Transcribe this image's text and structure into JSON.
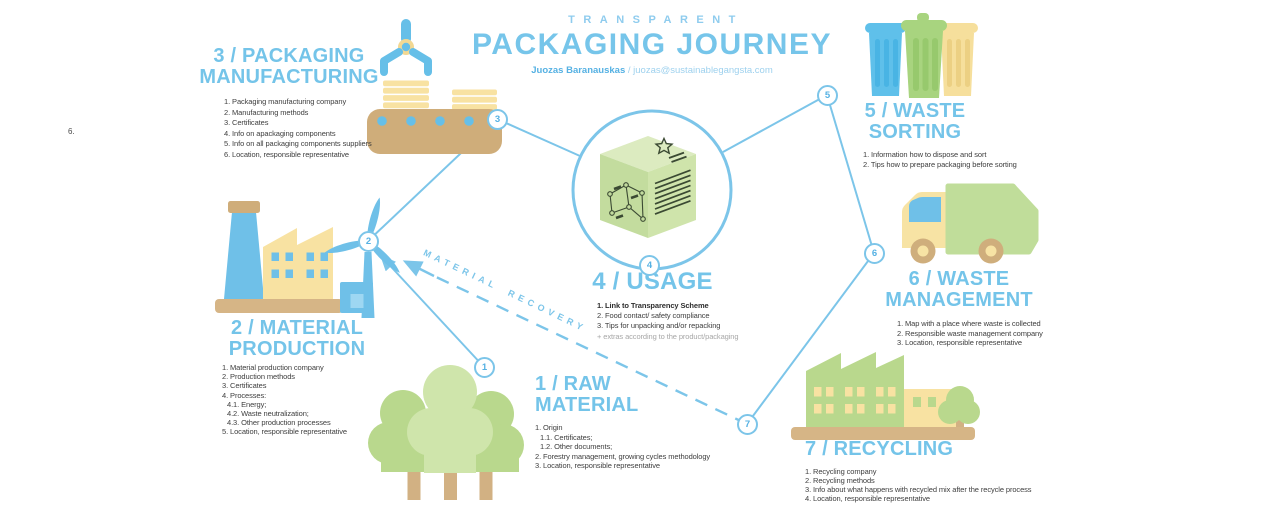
{
  "header": {
    "kicker": "TRANSPARENT",
    "title": "PACKAGING JOURNEY",
    "author": "Juozas Baranauskas",
    "contact": " / juozas@sustainablegangsta.com"
  },
  "stray_note": "6.",
  "flow": {
    "material_recovery_label": "MATERIAL RECOVERY"
  },
  "nodes": {
    "n1": "1",
    "n2": "2",
    "n3": "3",
    "n4": "4",
    "n5": "5",
    "n6": "6",
    "n7": "7"
  },
  "stages": {
    "raw_material": {
      "title1": "1 / RAW",
      "title2": "MATERIAL",
      "items": [
        "1. Origin",
        "1.1. Certificates;",
        "1.2. Other documents;",
        "2. Forestry management, growing cycles methodology",
        "3. Location, responsible representative"
      ]
    },
    "material_production": {
      "title1": "2 / MATERIAL",
      "title2": "PRODUCTION",
      "items": [
        "1. Material production company",
        "2. Production methods",
        "3. Certificates",
        "4. Processes:",
        "4.1. Energy;",
        "4.2. Waste neutralization;",
        "4.3. Other production processes",
        "5. Location, responsible representative"
      ]
    },
    "packaging_manufacturing": {
      "title1": "3 / PACKAGING",
      "title2": "MANUFACTURING",
      "items": [
        "1. Packaging manufacturing company",
        "2. Manufacturing methods",
        "3. Certificates",
        "4. Info on apackaging components",
        "5. Info on all packaging components suppliers",
        "6. Location, responsible representative"
      ]
    },
    "usage": {
      "title1": "4 / USAGE",
      "item_bold": "1. Link to Transparency Scheme",
      "items": [
        "2. Food contact/ safety compliance",
        "3. Tips for unpacking and/or repacking"
      ],
      "extra": "+ extras according to the product/packaging"
    },
    "waste_sorting": {
      "title1": "5 / WASTE",
      "title2": "SORTING",
      "items": [
        "1. Information how to dispose and sort",
        "2. Tips how to prepare packaging before sorting"
      ]
    },
    "waste_management": {
      "title1": "6 / WASTE",
      "title2": "MANAGEMENT",
      "items": [
        "1. Map with a place where waste is collected",
        "2. Responsible waste management company",
        "3. Location, responsible representative"
      ]
    },
    "recycling": {
      "title1": "7 / RECYCLING",
      "items": [
        "1. Recycling company",
        "2. Recycling methods",
        "3. Info about what happens with recycled mix after the recycle process",
        "4. Location, responsible representative"
      ]
    }
  },
  "colors": {
    "accent_blue": "#74c4e9",
    "line_blue": "#7cc5e9",
    "illustration_blue": "#66bfe8",
    "tan": "#cfad7a",
    "yellow": "#f8e2a2",
    "green_light": "#cfe5ab",
    "green_mid": "#b9d88d",
    "box_detail_dark": "#3b4a33",
    "text_dark": "#3e3e3e",
    "text_muted": "#a7a7a7"
  }
}
